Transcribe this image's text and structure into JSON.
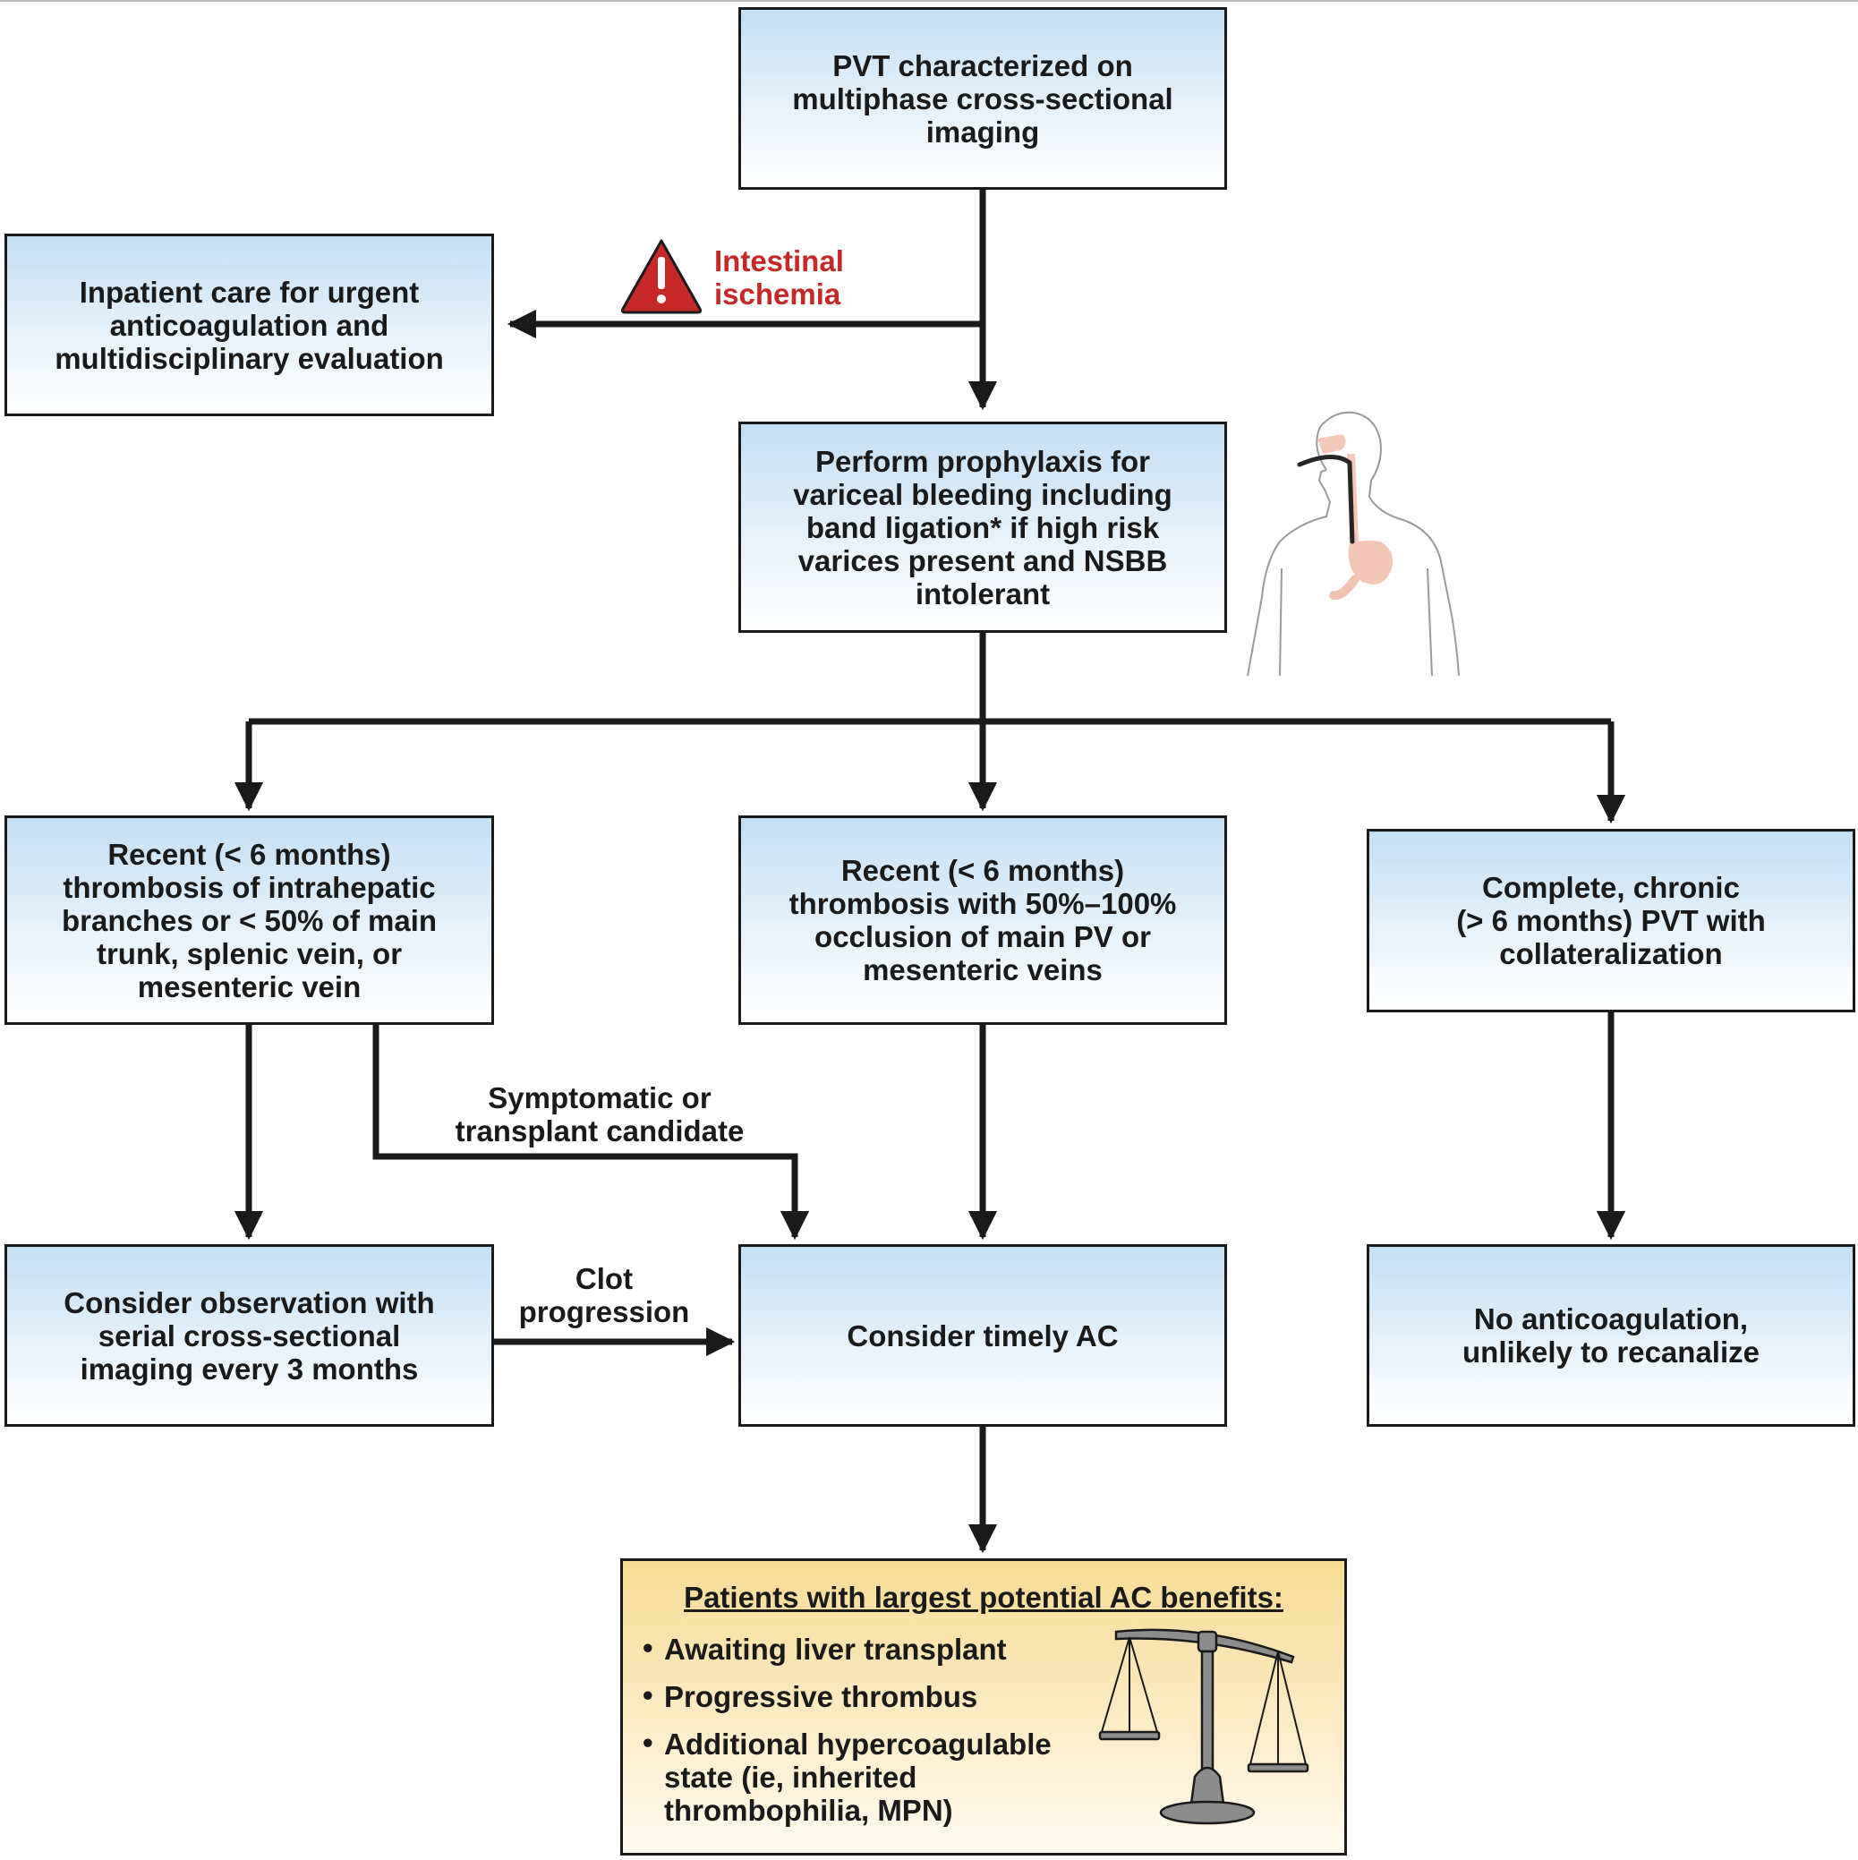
{
  "nodes": {
    "start": {
      "lines": [
        "PVT characterized on",
        "multiphase cross-sectional",
        "imaging"
      ]
    },
    "inpatient": {
      "lines": [
        "Inpatient care for urgent",
        "anticoagulation and",
        "multidisciplinary evaluation"
      ]
    },
    "prophylaxis": {
      "lines": [
        "Perform prophylaxis for",
        "variceal bleeding including",
        "band ligation* if high risk",
        "varices present and NSBB",
        "intolerant"
      ]
    },
    "recent_partial": {
      "lines": [
        "Recent (< 6 months)",
        "thrombosis of intrahepatic",
        "branches or < 50% of main",
        "trunk, splenic vein, or",
        "mesenteric vein"
      ]
    },
    "recent_occlusive": {
      "lines": [
        "Recent (< 6 months)",
        "thrombosis with 50%–100%",
        "occlusion of main PV or",
        "mesenteric veins"
      ]
    },
    "chronic": {
      "lines": [
        "Complete, chronic",
        "(> 6 months) PVT with",
        "collateralization"
      ]
    },
    "observation": {
      "lines": [
        "Consider observation with",
        "serial cross-sectional",
        "imaging every 3 months"
      ]
    },
    "timely_ac": {
      "lines": [
        "Consider timely AC"
      ]
    },
    "no_ac": {
      "lines": [
        "No anticoagulation,",
        "unlikely to recanalize"
      ]
    }
  },
  "edge_labels": {
    "ischemia": [
      "Intestinal",
      "ischemia"
    ],
    "symptomatic": [
      "Symptomatic or",
      "transplant candidate"
    ],
    "clot": [
      "Clot",
      "progression"
    ]
  },
  "benefits": {
    "title": "Patients with largest potential AC benefits:",
    "bullet_symbol": "•",
    "items": [
      [
        "Awaiting liver transplant"
      ],
      [
        "Progressive thrombus"
      ],
      [
        "Additional hypercoagulable",
        "state (ie, inherited",
        "thrombophilia, MPN)"
      ]
    ]
  },
  "icons": {
    "warning": "warning-triangle-icon",
    "scale": "balance-scale-icon",
    "endoscopy": "endoscopy-figure-icon"
  },
  "colors": {
    "box_fill_top": "#c4dff4",
    "benefit_fill_top": "#f8dc95",
    "warning_red": "#c62828",
    "stomach_pink": "#f2c2b0"
  }
}
